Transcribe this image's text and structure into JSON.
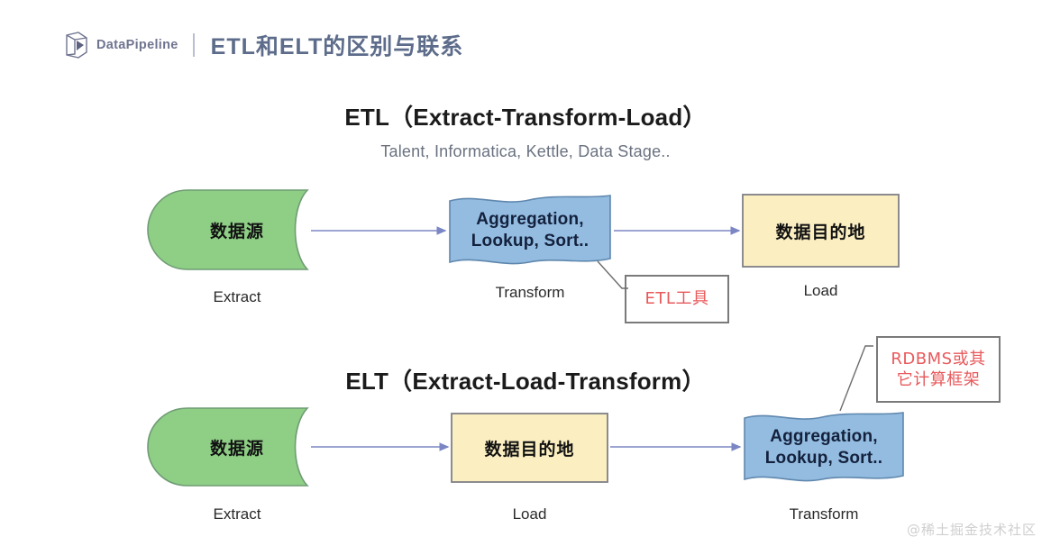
{
  "header": {
    "logo_word": "DataPipeline",
    "logo_icon": "datapipeline-cube-logo",
    "title": "ETL和ELT的区别与联系"
  },
  "sections": [
    {
      "id": "etl",
      "title": "ETL（Extract-Transform-Load）",
      "subtitle": "Talent, Informatica, Kettle, Data Stage..",
      "nodes": [
        {
          "id": "etl-source",
          "shape": "cylinder",
          "text": "数据源",
          "label": "Extract"
        },
        {
          "id": "etl-transform",
          "shape": "wave",
          "text": "Aggregation,\nLookup,  Sort..",
          "label": "Transform"
        },
        {
          "id": "etl-destination",
          "shape": "rectangle",
          "text": "数据目的地",
          "label": "Load"
        }
      ],
      "callout": {
        "id": "etl-tool-callout",
        "text": "ETL工具"
      }
    },
    {
      "id": "elt",
      "title": "ELT（Extract-Load-Transform）",
      "subtitle": "",
      "nodes": [
        {
          "id": "elt-source",
          "shape": "cylinder",
          "text": "数据源",
          "label": "Extract"
        },
        {
          "id": "elt-destination",
          "shape": "rectangle",
          "text": "数据目的地",
          "label": "Load"
        },
        {
          "id": "elt-transform",
          "shape": "wave",
          "text": "Aggregation,\nLookup,  Sort..",
          "label": "Transform"
        }
      ],
      "callout": {
        "id": "rdbms-callout",
        "text": "RDBMS或其\n它计算框架"
      }
    }
  ],
  "wave_text_lines": {
    "line1": "Aggregation,",
    "line2": "Lookup,  Sort.."
  },
  "watermark": "@稀土掘金技术社区",
  "colors": {
    "source_fill": "#8ece85",
    "source_stroke": "#6f9c74",
    "transform_fill": "#93bce0",
    "transform_stroke": "#5f87ae",
    "destination_fill": "#fbefc2",
    "destination_stroke": "#7f8086",
    "arrow": "#7b86c4",
    "callout_text": "#e8595b",
    "callout_border": "#7a7a7a",
    "header_title": "#5d6c8a",
    "subtitle": "#6a7280"
  }
}
